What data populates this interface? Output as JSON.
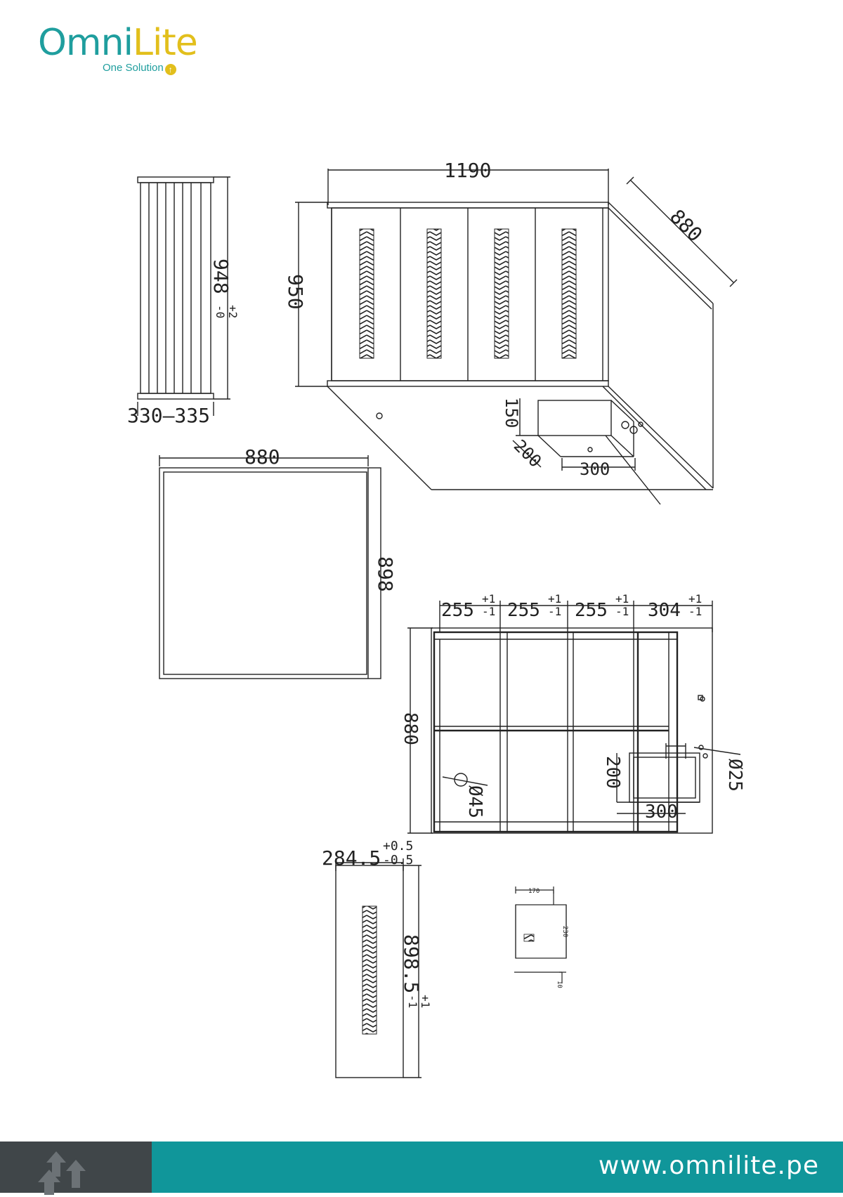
{
  "brand": {
    "name_part1": "Omni",
    "name_part2": "Lite",
    "tagline": "One Solution",
    "primary_color": "#1f9e9e",
    "accent_color": "#e2bf1c"
  },
  "dimensions": {
    "side_height": "948",
    "side_height_tol_upper": "+2",
    "side_height_tol_lower": "-0",
    "side_width": "330–335",
    "top_width": "1190",
    "depth": "880",
    "height": "950",
    "cutout_h": "150",
    "cutout_d": "200",
    "cutout_w": "300",
    "panel_width": "880",
    "panel_height": "898",
    "bay_1": "255",
    "bay_2": "255",
    "bay_3": "255",
    "bay_4": "304",
    "bay_tol_upper": "+1",
    "bay_tol_lower": "-1",
    "plan_depth": "880",
    "plan_cut_d": "200",
    "plan_cut_w": "300",
    "hole_large": "Ø45",
    "hole_small": "Ø25",
    "door_width": "284.5",
    "door_width_tol_upper": "+0.5",
    "door_width_tol_lower": "-0.5",
    "door_height": "898.5",
    "door_height_tol_upper": "+1",
    "door_height_tol_lower": "-1",
    "detail_w": "170",
    "detail_h": "230",
    "detail_t": "10"
  },
  "footer": {
    "url": "www.omnilite.pe",
    "left_color": "#404649",
    "right_color": "#10969a"
  }
}
